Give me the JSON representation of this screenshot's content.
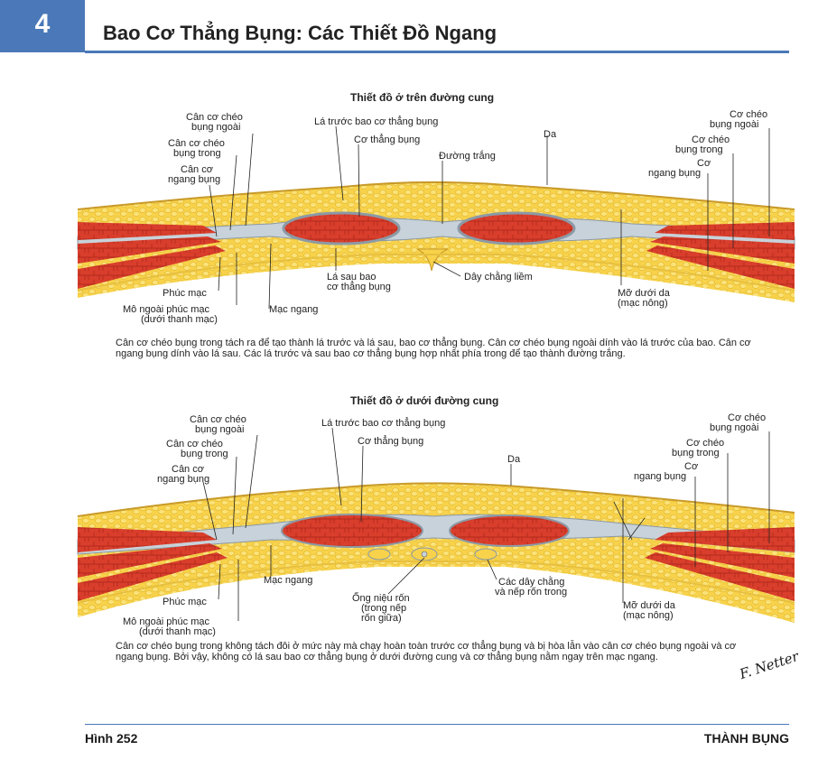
{
  "header": {
    "chapter_number": "4",
    "title": "Bao Cơ Thẳng Bụng: Các Thiết Đồ Ngang"
  },
  "colors": {
    "accent": "#4a78b8",
    "fat": "#f5cf3c",
    "muscle": "#d63b2b",
    "fascia": "#c8d2da"
  },
  "diagram_top": {
    "title": "Thiết đồ ở trên đường cung",
    "labels": {
      "ext_oblique_apon": [
        "Cân cơ chéo",
        "bụng ngoài"
      ],
      "int_oblique_apon": [
        "Cân cơ chéo",
        "bụng trong"
      ],
      "transversus_apon": [
        "Cân cơ",
        "ngang bụng"
      ],
      "anterior_layer": "Lá trước bao cơ thẳng bụng",
      "rectus": "Cơ thẳng bụng",
      "linea_alba": "Đường trắng",
      "skin": "Da",
      "ext_oblique_right": [
        "Cơ chéo",
        "bụng ngoài"
      ],
      "int_oblique_right": [
        "Cơ chéo",
        "bụng trong"
      ],
      "transversus_right": [
        "Cơ",
        "ngang bụng"
      ],
      "posterior_layer": [
        "Lá sau bao",
        "cơ thẳng bụng"
      ],
      "falciform": "Dây chằng liềm",
      "peritoneum": "Phúc mạc",
      "extraperitoneal": [
        "Mô ngoài phúc mạc",
        "(dưới thanh mạc)"
      ],
      "transversalis": "Mạc ngang",
      "subcutaneous": [
        "Mỡ dưới da",
        "(mạc nông)"
      ]
    },
    "caption": "Cân cơ chéo bụng trong tách ra để tạo thành lá trước và lá sau, bao cơ thẳng bụng. Cân cơ chéo bụng ngoài dính vào lá trước của bao. Cân cơ ngang bụng dính vào lá sau. Các lá trước và sau bao cơ thẳng bụng hợp nhất phía trong để tạo thành đường trắng."
  },
  "diagram_bottom": {
    "title": "Thiết đồ ở dưới đường cung",
    "labels": {
      "ext_oblique_apon": [
        "Cân cơ chéo",
        "bụng ngoài"
      ],
      "int_oblique_apon": [
        "Cân cơ chéo",
        "bụng trong"
      ],
      "transversus_apon": [
        "Cân cơ",
        "ngang bụng"
      ],
      "anterior_layer": "Lá trước bao cơ thẳng bụng",
      "rectus": "Cơ thẳng bụng",
      "skin": "Da",
      "ext_oblique_right": [
        "Cơ chéo",
        "bụng ngoài"
      ],
      "int_oblique_right": [
        "Cơ chéo",
        "bụng trong"
      ],
      "transversus_right": [
        "Cơ",
        "ngang bụng"
      ],
      "transversalis": "Mạc ngang",
      "urachus": [
        "Ống niệu rốn",
        "(trong nếp",
        "rốn giữa)"
      ],
      "umbilical_ligs": [
        "Các dây chằng",
        "và nếp rốn trong"
      ],
      "peritoneum": "Phúc mạc",
      "extraperitoneal": [
        "Mô ngoài phúc mạc",
        "(dưới thanh mạc)"
      ],
      "subcutaneous": [
        "Mỡ dưới da",
        "(mạc nông)"
      ]
    },
    "caption": "Cân cơ chéo bụng trong không tách đôi ở mức này mà chạy hoàn toàn trước cơ thẳng bụng và bị hòa lẫn vào cân cơ chéo bụng ngoài và cơ ngang bụng. Bởi vậy, không có lá sau bao cơ thẳng bụng ở dưới đường cung và cơ thẳng bụng nằm ngay trên mạc ngang."
  },
  "signature": "F. Netter",
  "footer": {
    "figure": "Hình 252",
    "section": "THÀNH BỤNG"
  }
}
